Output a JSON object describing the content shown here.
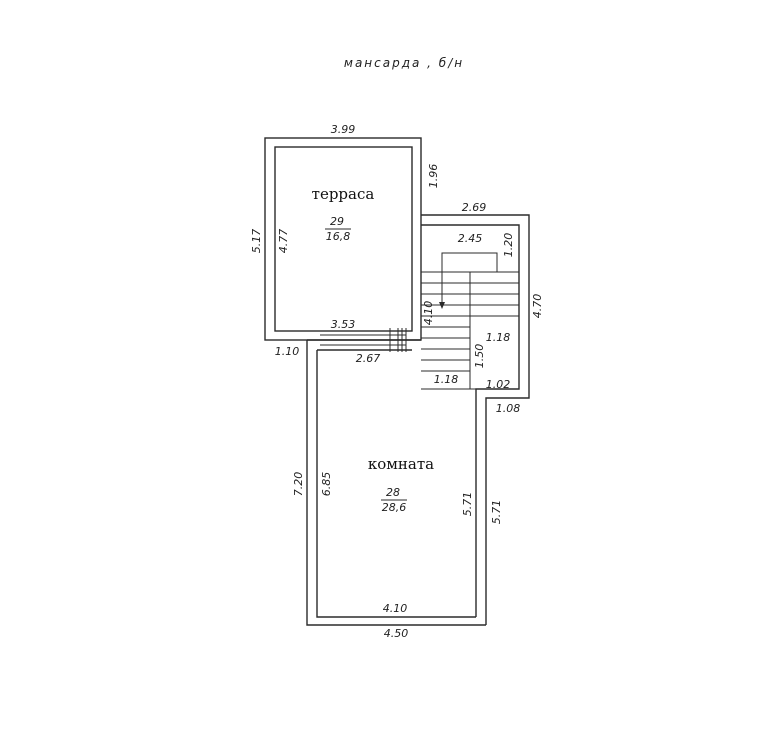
{
  "title": "мансарда , б/н",
  "rooms": {
    "terrace": {
      "name": "терраса",
      "number": "29",
      "area": "16,8"
    },
    "room": {
      "name": "комната",
      "number": "28",
      "area": "28,6"
    }
  },
  "dimensions": {
    "terrace_top": "3.99",
    "terrace_right_upper": "1.96",
    "stair_top_outer": "2.69",
    "stair_inner_top": "2.45",
    "stair_right_upper": "1.20",
    "terrace_left_outer": "5.17",
    "terrace_left_inner": "4.77",
    "stair_right_outer": "4.70",
    "stair_run": "4.10",
    "terrace_bottom_inner": "3.53",
    "stair_landing_width": "1.18",
    "left_stub": "1.10",
    "opening_width": "2.67",
    "stair_landing_height": "1.50",
    "stair_bottom_width": "1.18",
    "stair_bottom_right": "1.02",
    "step_offset": "1.08",
    "room_left_outer": "7.20",
    "room_left_inner": "6.85",
    "room_right_inner": "5.71",
    "room_right_outer": "5.71",
    "room_bottom_inner": "4.10",
    "room_bottom_outer": "4.50"
  }
}
